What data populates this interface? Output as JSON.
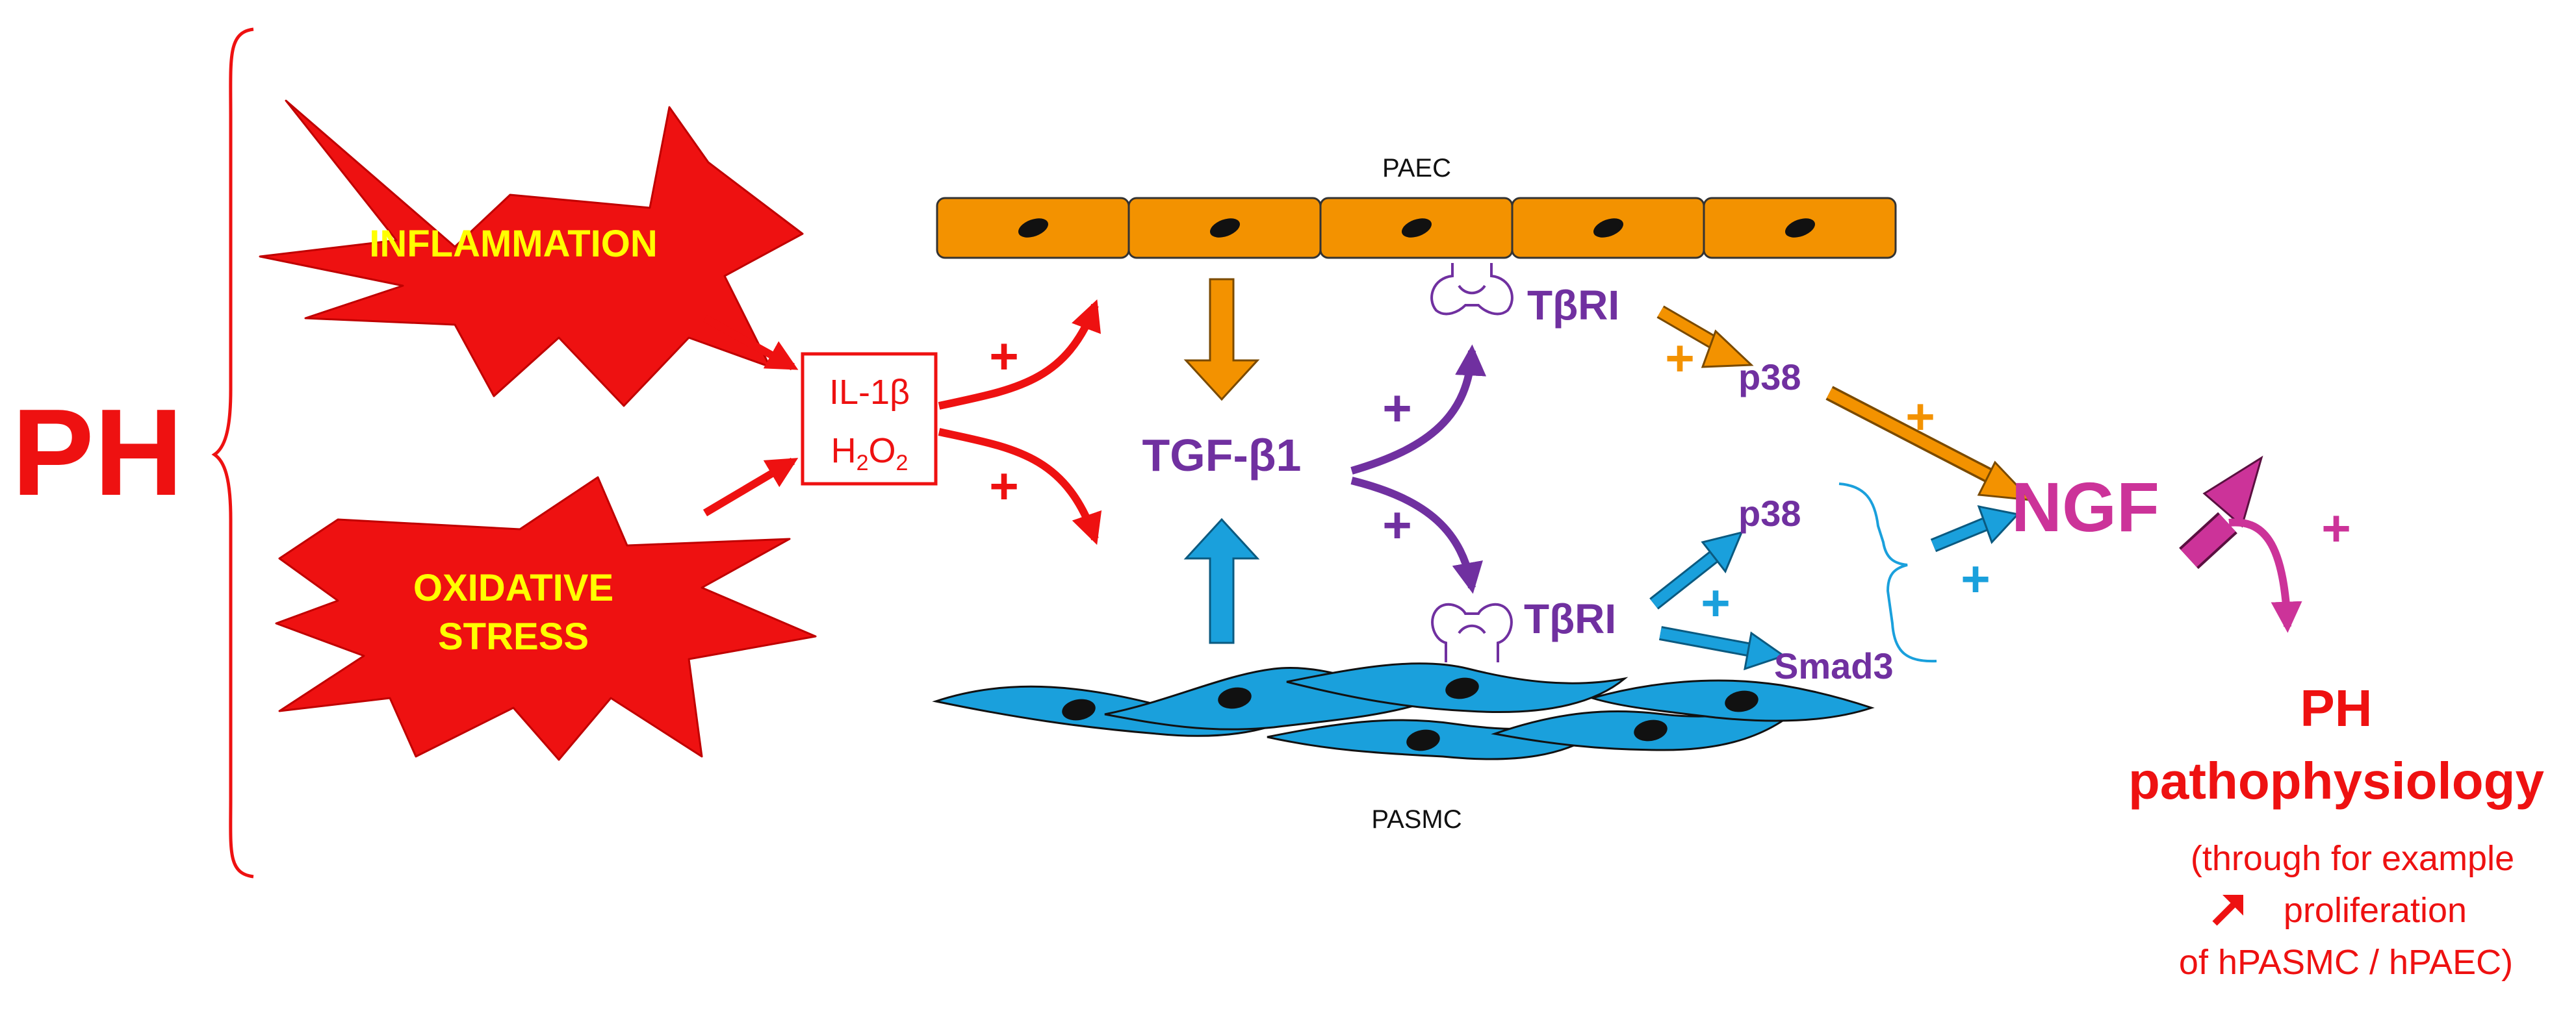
{
  "labels": {
    "ph": "PH",
    "inflammation": "INFLAMMATION",
    "oxidative_1": "OXIDATIVE",
    "oxidative_2": "STRESS",
    "il1b": "IL-1β",
    "h": "H",
    "sub2": "2",
    "o": "O",
    "tgf": "TGF-β1",
    "paec": "PAEC",
    "pasmc": "PASMC",
    "tbri": "TβRI",
    "p38": "p38",
    "smad3": "Smad3",
    "ngf": "NGF",
    "plus": "+",
    "outcome_1": "PH",
    "outcome_2": "pathophysiology",
    "note_1": "(through for example",
    "note_2": "proliferation",
    "note_3": "of hPASMC / hPAEC)"
  },
  "colors": {
    "red": "#ee1111",
    "yellow": "#ffff00",
    "orange": "#f39200",
    "blue": "#1aa0dc",
    "purple": "#7030a0",
    "magenta": "#cc3399",
    "black": "#111111"
  }
}
